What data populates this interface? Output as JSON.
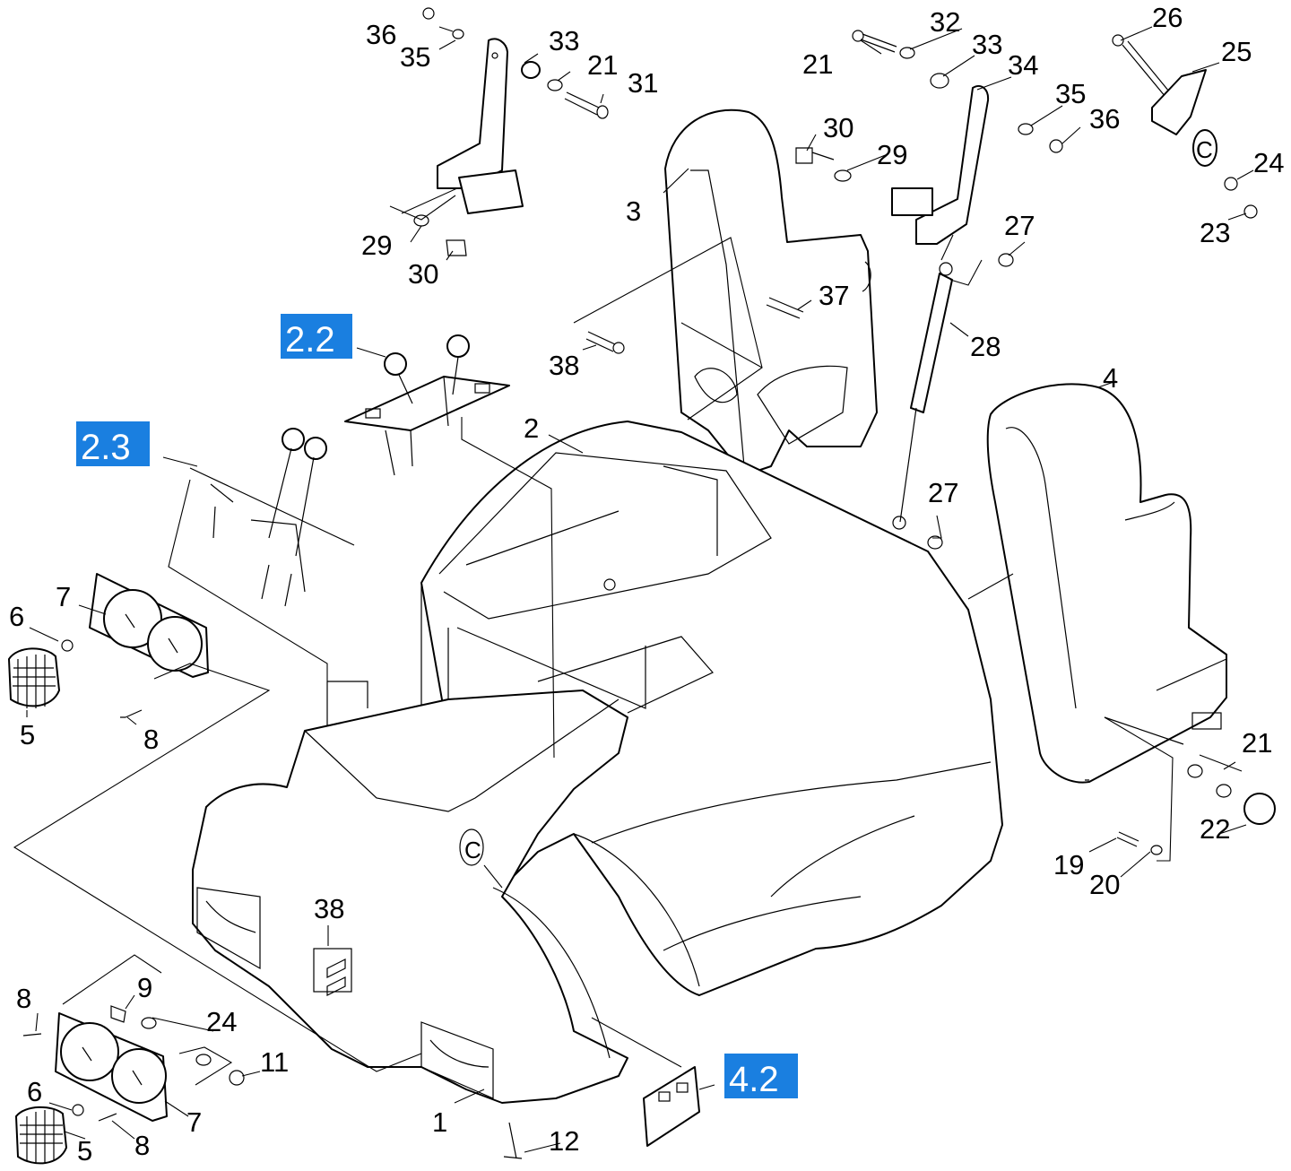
{
  "colors": {
    "reference_box": "#1a7fe0",
    "reference_text": "#ffffff",
    "line": "#000000",
    "background": "#ffffff"
  },
  "references": {
    "r22": "2.2",
    "r23": "2.3",
    "r42": "4.2"
  },
  "labels": {
    "l36a": "36",
    "l35a": "35",
    "l33a": "33",
    "l21a": "21",
    "l31": "31",
    "l29a": "29",
    "l30a": "30",
    "l21b": "21",
    "l32": "32",
    "l33b": "33",
    "l34": "34",
    "l35b": "35",
    "l36b": "36",
    "l30b": "30",
    "l29b": "29",
    "l26": "26",
    "l25": "25",
    "l24a": "24",
    "l23": "23",
    "l3": "3",
    "l37": "37",
    "l38a": "38",
    "l27a": "27",
    "l28": "28",
    "l2": "2",
    "l4": "4",
    "l27b": "27",
    "l7a": "7",
    "l6a": "6",
    "l5a": "5",
    "l8a": "8",
    "l21c": "21",
    "l22": "22",
    "l19": "19",
    "l20": "20",
    "l38b": "38",
    "l8b": "8",
    "l9": "9",
    "l24b": "24",
    "l11": "11",
    "l6b": "6",
    "l7b": "7",
    "l5b": "5",
    "l8c": "8",
    "l1": "1",
    "l12": "12"
  }
}
